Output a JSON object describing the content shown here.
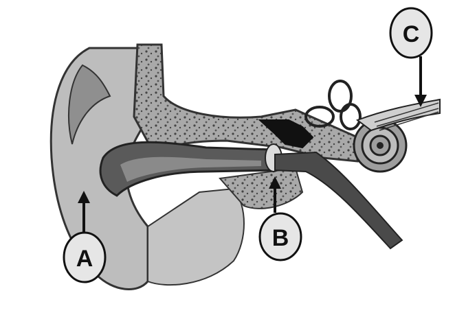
{
  "diagram": {
    "labels": [
      {
        "id": "A",
        "text": "A"
      },
      {
        "id": "B",
        "text": "B"
      },
      {
        "id": "C",
        "text": "C"
      }
    ]
  },
  "colors": {
    "background": "#ffffff",
    "outer_ear": "#bdbdbd",
    "outer_ear_shadow": "#8f8f8f",
    "canal": "#555555",
    "bone": "#a9a9a9",
    "bone_speckle": "#4a4a4a",
    "label_fill": "#e6e6e6",
    "arrow": "#111111"
  }
}
